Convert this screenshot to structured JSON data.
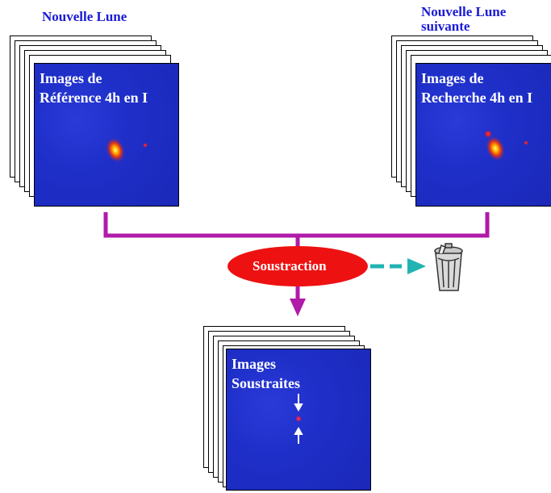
{
  "left": {
    "title": "Nouvelle Lune",
    "image_label_1": "Images de",
    "image_label_2": "Référence 4h en I"
  },
  "right": {
    "title_1": "Nouvelle Lune",
    "title_2": "suivante",
    "image_label_1": "Images de",
    "image_label_2": "Recherche 4h en I"
  },
  "process": {
    "label": "Soustraction"
  },
  "result": {
    "image_label_1": "Images",
    "image_label_2": "Soustraites"
  },
  "colors": {
    "connector": "#b01aa8",
    "ellipse": "#ee1111",
    "dashed_arrow": "#22b3b3",
    "title": "#1a1ad6"
  },
  "icons": {
    "trash": "trash-can-icon"
  }
}
